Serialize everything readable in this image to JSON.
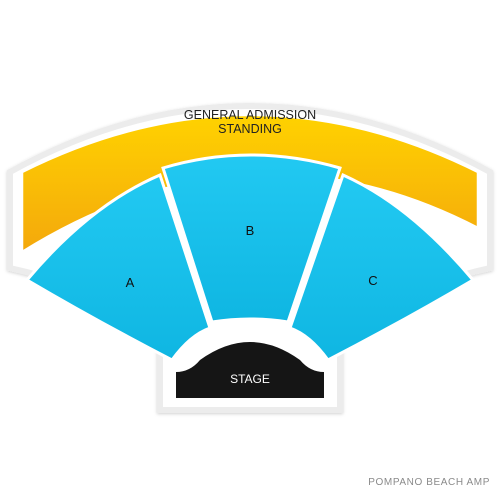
{
  "venue": {
    "name": "POMPANO BEACH AMP"
  },
  "colors": {
    "ga": "#f4a80c",
    "ga_highlight": "#ffd200",
    "seating": "#10bde8",
    "seating_light": "#22c9f2",
    "stage": "#151515",
    "outline": "#ececec"
  },
  "sections": {
    "ga": {
      "line1": "GENERAL ADMISSION",
      "line2": "STANDING"
    },
    "a": {
      "label": "A"
    },
    "b": {
      "label": "B"
    },
    "c": {
      "label": "C"
    }
  },
  "stage": {
    "label": "STAGE"
  }
}
